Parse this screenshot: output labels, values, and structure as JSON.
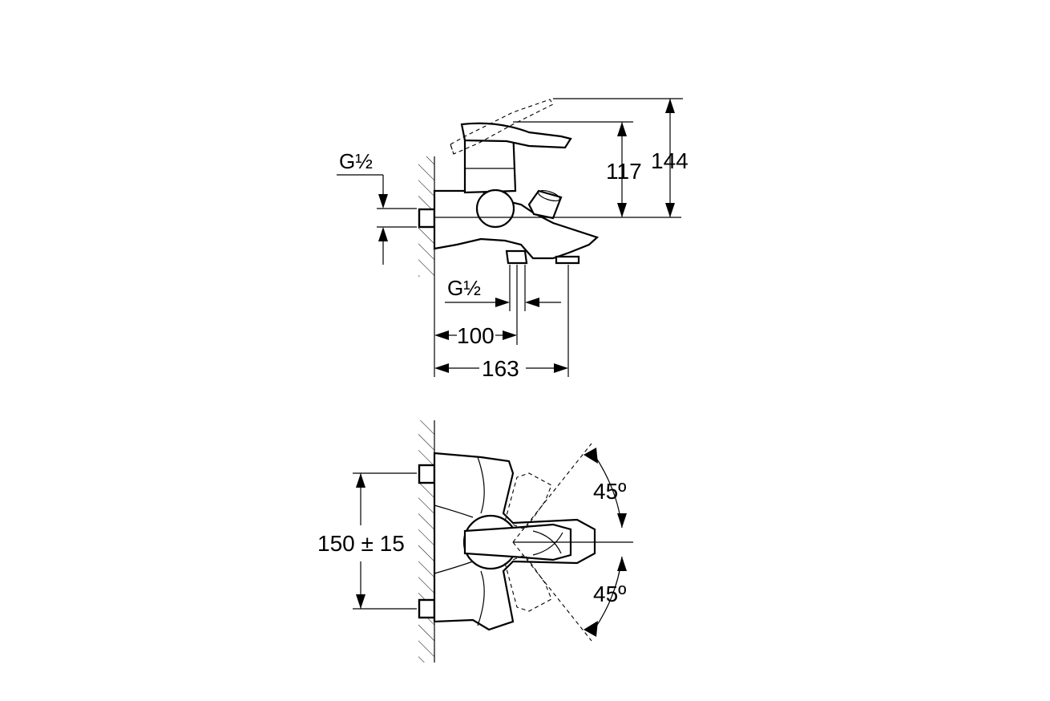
{
  "side_view": {
    "thread_inlet_label": "G½",
    "thread_outlet_label": "G½",
    "dim_height_1": "117",
    "dim_height_2": "144",
    "dim_width_1": "100",
    "dim_width_2": "163"
  },
  "top_view": {
    "dim_spacing": "150 ± 15",
    "angle_upper": "45º",
    "angle_lower": "45º"
  }
}
